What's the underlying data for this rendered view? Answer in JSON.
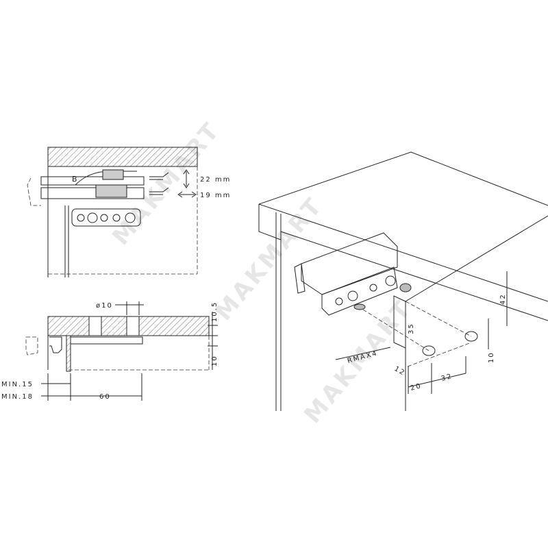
{
  "watermark": "MAKMART",
  "top_view": {
    "label_b": "B",
    "dim_vertical": "22 mm",
    "dim_horizontal": "19 mm"
  },
  "side_view": {
    "hole_diameter": "ø10",
    "dim_top": "10.5",
    "dim_bottom": "10",
    "min_15": "MIN.15",
    "min_18": "MIN.18",
    "dim_60": "60"
  },
  "iso_view": {
    "dim_42": "42",
    "dim_35": "35",
    "rmax": "RMAX4",
    "dim_12": "12",
    "dim_20": "20",
    "dim_32": "32",
    "dim_10": "10"
  }
}
